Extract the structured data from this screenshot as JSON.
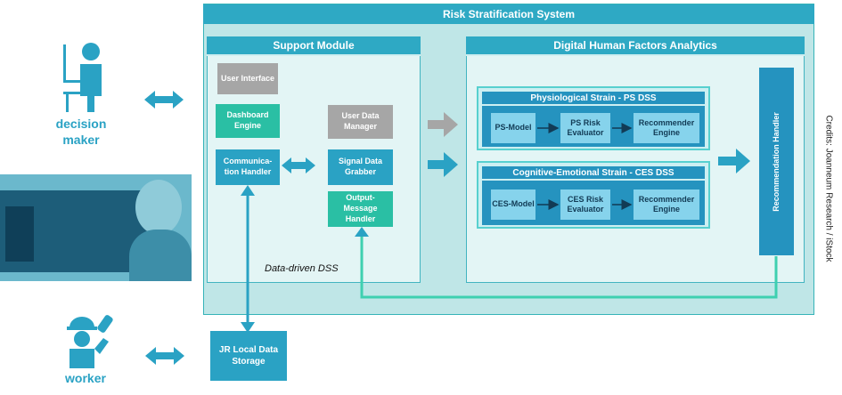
{
  "title": "Risk Stratification System",
  "support_module": {
    "title": "Support Module",
    "user_interface": "User Interface",
    "dashboard_engine": "Dashboard Engine",
    "communication_handler": "Communica-tion Handler",
    "user_data_manager": "User Data Manager",
    "signal_data_grabber": "Signal Data Grabber",
    "output_message_handler": "Output-Message Handler",
    "note": "Data-driven DSS"
  },
  "analytics": {
    "title": "Digital Human Factors Analytics",
    "ps_title": "Physiological Strain - PS DSS",
    "ps_model": "PS-Model",
    "ps_evaluator": "PS Risk Evaluator",
    "ps_recommender": "Recommender Engine",
    "ces_title": "Cognitive-Emotional Strain - CES DSS",
    "ces_model": "CES-Model",
    "ces_evaluator": "CES Risk Evaluator",
    "ces_recommender": "Recommender Engine",
    "recommendation_handler": "Recommendation Handler"
  },
  "local_storage": "JR Local Data Storage",
  "actors": {
    "decision_maker": "decision maker",
    "worker": "worker"
  },
  "credit": "Credits: Joanneum Research / iStock"
}
